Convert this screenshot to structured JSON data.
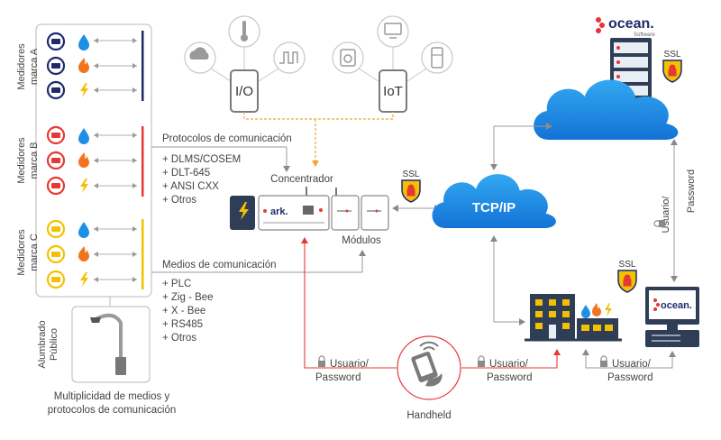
{
  "colors": {
    "blue": "#1e8fe6",
    "navy": "#1f2a6b",
    "red": "#e53935",
    "yellow": "#f2c200",
    "orange": "#f39c12",
    "gray": "#8a8a8a",
    "ocean_red": "#e8323c",
    "dashed_orange": "#f2a33a"
  },
  "meter_groups": [
    {
      "label_line1": "Medidores",
      "label_line2": "marca A",
      "color": "#1f2a6b",
      "icons": [
        "water-drop-icon",
        "flame-icon",
        "lightning-icon"
      ]
    },
    {
      "label_line1": "Medidores",
      "label_line2": "marca B",
      "color": "#e53935",
      "icons": [
        "water-drop-icon",
        "flame-icon",
        "lightning-icon"
      ]
    },
    {
      "label_line1": "Medidores",
      "label_line2": "marca C",
      "color": "#f2c200",
      "icons": [
        "water-drop-icon",
        "flame-icon",
        "lightning-icon"
      ]
    }
  ],
  "public_lighting": {
    "line1": "Alumbrado",
    "line2": "Público"
  },
  "multiplicity_caption": {
    "line1": "Multiplicidad de medios y",
    "line2": "protocolos de comunicación"
  },
  "protocols": {
    "title": "Protocolos de comunicación",
    "items": [
      "+ DLMS/COSEM",
      "+ DLT-645",
      "+ ANSI CXX",
      "+ Otros"
    ]
  },
  "media": {
    "title": "Medios de comunicación",
    "items": [
      "+ PLC",
      "+ Zig - Bee",
      "+ X - Bee",
      "+ RS485",
      "+ Otros"
    ]
  },
  "devices": {
    "io_label": "I/O",
    "iot_label": "IoT",
    "concentrator_label": "Concentrador",
    "modules_label": "Módulos",
    "ark_logo": "ark.",
    "handheld_label": "Handheld",
    "tcpip_label": "TCP/IP",
    "ssl_label": "SSL"
  },
  "ocean": {
    "brand": "ocean.",
    "sub": "Software"
  },
  "credentials": {
    "user": "Usuario/",
    "password": "Password",
    "vertical": "Usuario/ Password"
  }
}
